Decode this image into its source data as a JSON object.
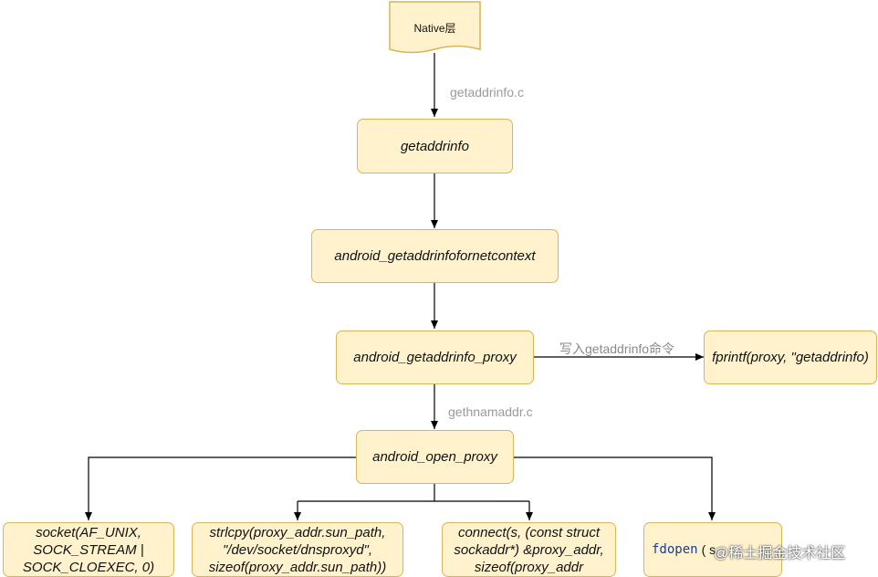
{
  "start": {
    "label": "Native层"
  },
  "labels": {
    "getaddrinfo_c": "getaddrinfo.c",
    "write_cmd": "写入getaddrinfo命令",
    "gethnamaddr_c": "gethnamaddr.c"
  },
  "nodes": {
    "getaddrinfo": "getaddrinfo",
    "netcontext": "android_getaddrinfofornetcontext",
    "proxy": "android_getaddrinfo_proxy",
    "fprintf": "fprintf(proxy, \"getaddrinfo)",
    "open_proxy": "android_open_proxy",
    "socket": [
      "socket(AF_UNIX,",
      "SOCK_STREAM |",
      "SOCK_CLOEXEC, 0)"
    ],
    "strlcpy": [
      "strlcpy(proxy_addr.sun_path,",
      "\"/dev/socket/dnsproxyd\",",
      "sizeof(proxy_addr.sun_path))"
    ],
    "connect": [
      "connect(s, (const struct",
      "sockaddr*) &proxy_addr,",
      "sizeof(proxy_addr"
    ],
    "fdopen": {
      "code": "fdopen",
      "rest": "( s"
    }
  },
  "watermark": "@稀土掘金技术社区",
  "colors": {
    "fill": "#fff2cc",
    "stroke": "#d6b656",
    "edge": "#000000",
    "label": "#9a9a9a"
  }
}
